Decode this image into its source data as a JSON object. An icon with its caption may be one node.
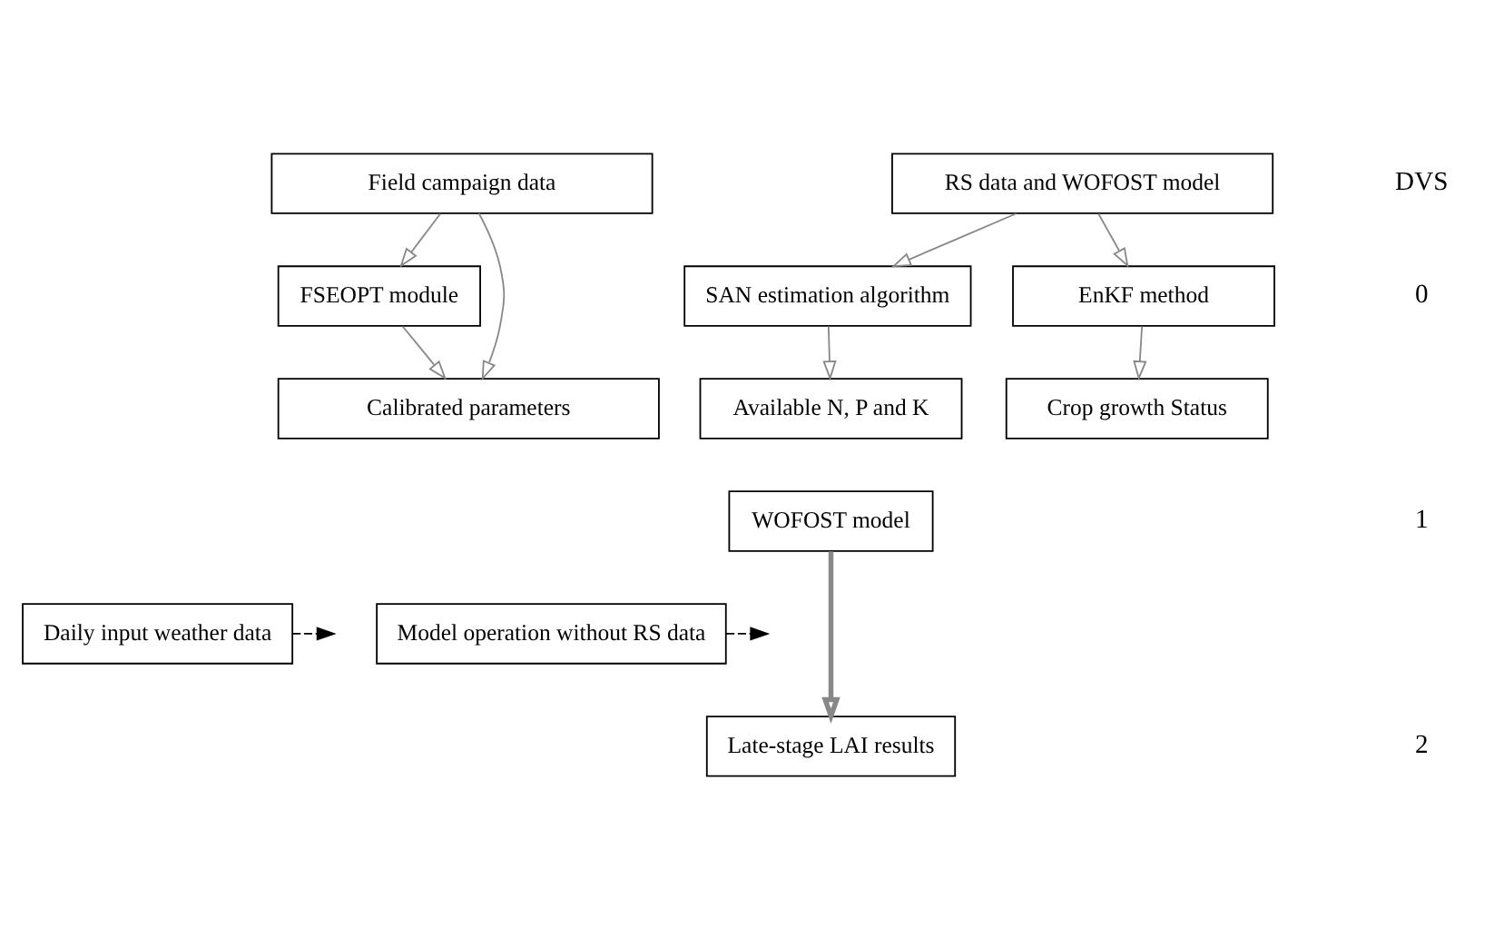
{
  "diagram": {
    "nodes": [
      {
        "text": [
          "Field campaign data"
        ]
      },
      {
        "text": [
          "RS data and WOFOST model"
        ]
      },
      {
        "text": [
          "FSEOPT module"
        ]
      },
      {
        "text": [
          "SAN estimation algorithm"
        ]
      },
      {
        "text": [
          "EnKF method"
        ]
      },
      {
        "text": [
          "Calibrated parameters"
        ]
      },
      {
        "text": [
          "Available N, P and K"
        ]
      },
      {
        "text": [
          "Crop growth Status"
        ]
      },
      {
        "text": [
          "WOFOST model"
        ]
      },
      {
        "text": [
          "Daily input weather data"
        ]
      },
      {
        "text": [
          "Model operation without RS data"
        ]
      },
      {
        "text": [
          "Late-stage LAI results"
        ]
      }
    ],
    "edges": [
      {
        "from": 0,
        "to": 5,
        "arrow": "to"
      },
      {
        "from": 0,
        "to": 2,
        "arrow": "to"
      },
      {
        "from": 2,
        "to": 5,
        "arrow": "to"
      },
      {
        "from": 1,
        "to": 3,
        "arrow": "to"
      },
      {
        "from": 1,
        "to": 4,
        "arrow": "to"
      },
      {
        "from": 3,
        "to": 6,
        "arrow": "to"
      },
      {
        "from": 4,
        "to": 7,
        "arrow": "to"
      },
      {
        "from": 8,
        "to": 11,
        "arrow": "to",
        "style": "thick"
      },
      {
        "from": 9,
        "to": null,
        "arrow": "to",
        "style": "dashed",
        "color": "#000000"
      },
      {
        "from": 10,
        "to": null,
        "arrow": "to",
        "style": "dashed",
        "color": "#000000"
      }
    ],
    "labels": [
      "DVS",
      "0",
      "1",
      "2"
    ]
  }
}
